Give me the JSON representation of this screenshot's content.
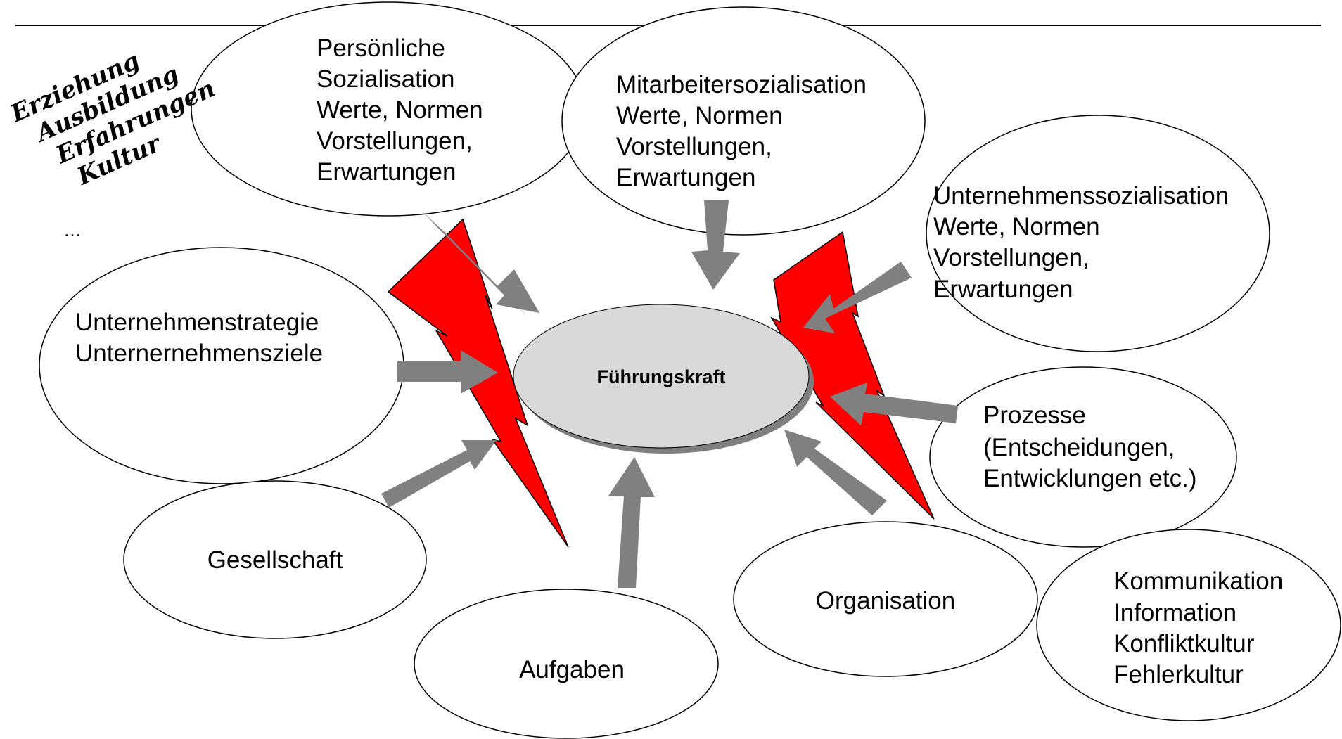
{
  "colors": {
    "arrow": "#808080",
    "bolt": "#ff0000",
    "center_fill": "#d9d9d9",
    "center_shadow": "#7f7f7f"
  },
  "influences_label": [
    "Erziehung",
    "Ausbildung",
    "Erfahrungen",
    "Kultur",
    "…"
  ],
  "center": {
    "label": "Führungskraft"
  },
  "ellipses": {
    "personal": [
      "Persönliche",
      "Sozialisation",
      "Werte, Normen",
      "Vorstellungen,",
      "Erwartungen"
    ],
    "employee": [
      "Mitarbeitersozialisation",
      "Werte, Normen",
      "Vorstellungen,",
      "Erwartungen"
    ],
    "company": [
      "Unternehmenssozialisation",
      "Werte, Normen",
      "Vorstellungen,",
      "Erwartungen"
    ],
    "strategy": [
      "Unternehmenstrategie",
      "Unternernehmensziele"
    ],
    "processes": [
      "Prozesse",
      "(Entscheidungen,",
      "Entwicklungen etc.)"
    ],
    "society": [
      "Gesellschaft"
    ],
    "tasks": [
      "Aufgaben"
    ],
    "organisation": [
      "Organisation"
    ],
    "communication": [
      "Kommunikation",
      "Information",
      "Konfliktkultur",
      "Fehlerkultur"
    ]
  }
}
